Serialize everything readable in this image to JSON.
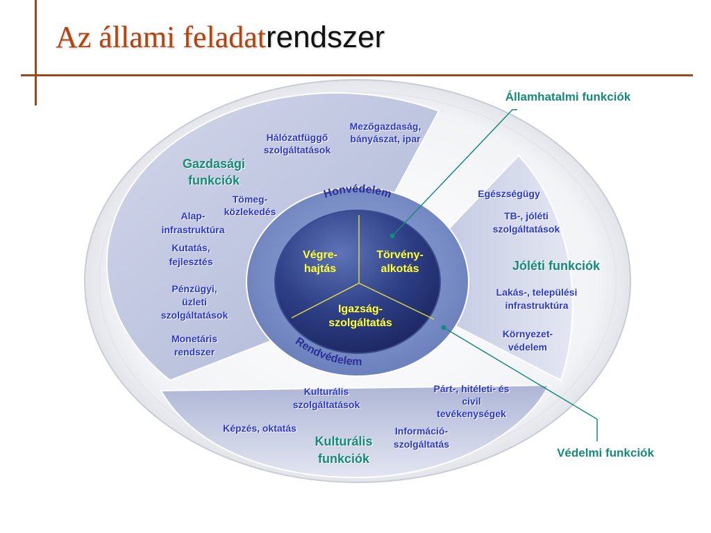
{
  "title": {
    "part1": "Az  állami feladat",
    "part2": "rendszer"
  },
  "callouts": {
    "allamhatalmi": "Államhatalmi funkciók",
    "vedelmi": "Védelmi funkciók"
  },
  "core": {
    "vegrehajtas": [
      "Végre-",
      "hajtás"
    ],
    "torvenyalkotas": [
      "Törvény-",
      "alkotás"
    ],
    "igazsagszolgaltatas": [
      "Igazság-",
      "szolgáltatás"
    ]
  },
  "ring": {
    "top": "Honvédelem",
    "bottom": "Rendvédelem"
  },
  "sectors": {
    "gazdasagi": {
      "title": [
        "Gazdasági",
        "funkciók"
      ],
      "items": [
        [
          "Hálózatfüggő",
          "szolgáltatások"
        ],
        [
          "Mezőgazdaság,",
          "bányászat, ipar"
        ],
        [
          "Tömeg-",
          "közlekedés"
        ],
        [
          "Alap-",
          "infrastruktúra"
        ],
        [
          "Kutatás,",
          "fejlesztés"
        ],
        [
          "Pénzügyi,",
          "üzleti",
          "szolgáltatások"
        ],
        [
          "Monetáris",
          "rendszer"
        ]
      ]
    },
    "joleti": {
      "title": [
        "Jóléti funkciók"
      ],
      "items": [
        [
          "Egészségügy"
        ],
        [
          "TB-, jóléti",
          "szolgáltatások"
        ],
        [
          "Lakás-, települési",
          "infrastruktúra"
        ],
        [
          "Környezet-",
          "védelem"
        ]
      ]
    },
    "kulturalis": {
      "title": [
        "Kulturális",
        "funkciók"
      ],
      "items": [
        [
          "Kulturális",
          "szolgáltatások"
        ],
        [
          "Párt-, hitéleti- és",
          "civil",
          "tevékenységek"
        ],
        [
          "Képzés, oktatás"
        ],
        [
          "Információ-",
          "szolgáltatás"
        ]
      ]
    }
  },
  "colors": {
    "rule": "#a0471a",
    "title_serif": "#b4440e",
    "item_text": "#2b38c9",
    "category_text": "#138a7a",
    "core_text": "#ffff33",
    "ring_text": "#2b2f9a",
    "core_fill": "#2e3f86",
    "ring_fill": "#7b8fc6"
  }
}
